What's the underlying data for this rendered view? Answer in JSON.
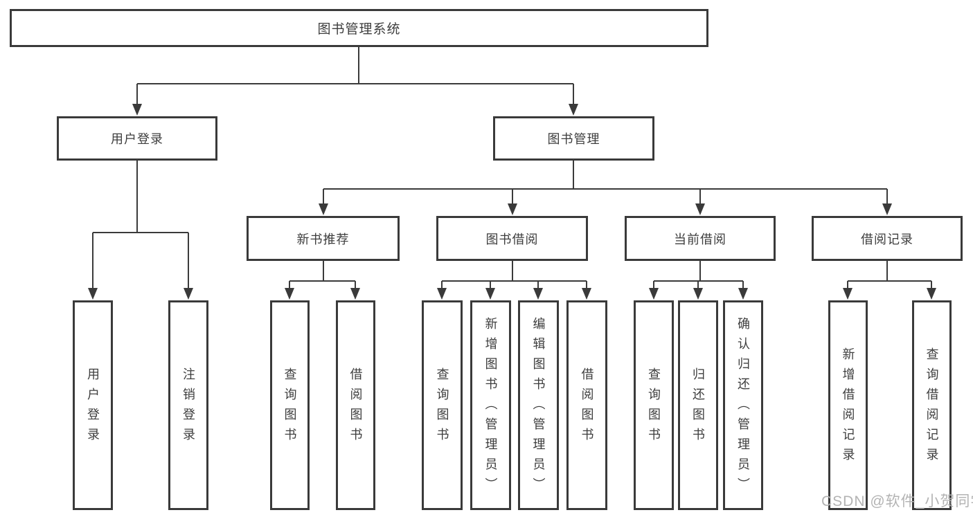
{
  "diagram": {
    "root": "图书管理系统",
    "level2": [
      {
        "label": "用户登录",
        "children": [
          {
            "label": "用户登录"
          },
          {
            "label": "注销登录"
          }
        ]
      },
      {
        "label": "图书管理",
        "children": [
          {
            "label": "新书推荐",
            "children": [
              {
                "label": "查询图书"
              },
              {
                "label": "借阅图书"
              }
            ]
          },
          {
            "label": "图书借阅",
            "children": [
              {
                "label": "查询图书"
              },
              {
                "label": "新增图书（管理员）"
              },
              {
                "label": "编辑图书（管理员）"
              },
              {
                "label": "借阅图书"
              }
            ]
          },
          {
            "label": "当前借阅",
            "children": [
              {
                "label": "查询图书"
              },
              {
                "label": "归还图书"
              },
              {
                "label": "确认归还（管理员）"
              }
            ]
          },
          {
            "label": "借阅记录",
            "children": [
              {
                "label": "新增借阅记录"
              },
              {
                "label": "查询借阅记录"
              }
            ]
          }
        ]
      }
    ]
  },
  "watermark": "CSDN @软件_小贺同学",
  "colors": {
    "line": "#3a3a3a",
    "box_border": "#3a3a3a",
    "text": "#3d3d3d",
    "watermark": "#b3b3b3",
    "background": "#ffffff"
  }
}
